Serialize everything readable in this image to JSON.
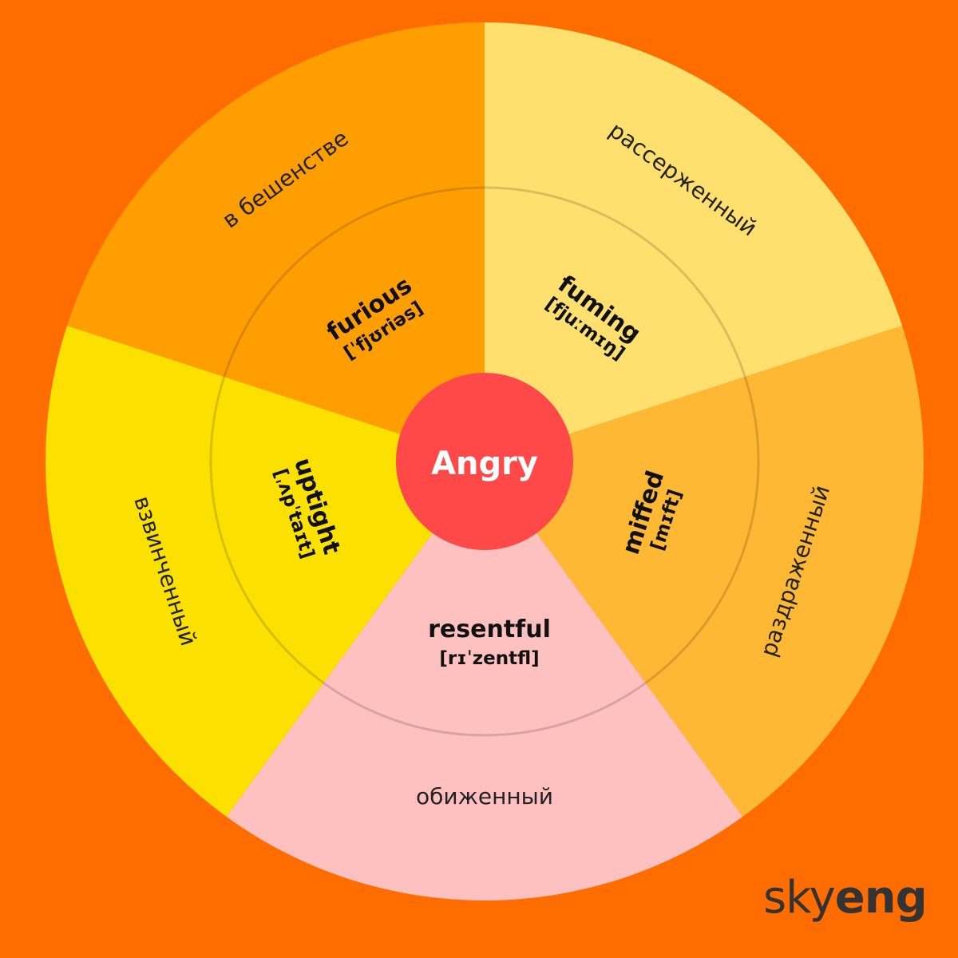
{
  "center": {
    "label": "Angry",
    "color": "#FF4848"
  },
  "background_color": "#FF6C00",
  "sectors": [
    {
      "word": "fuming",
      "ipa": "[fjuːmɪŋ]",
      "russian": "рассерженный",
      "color": "#FFDF6E"
    },
    {
      "word": "miffed",
      "ipa": "[mɪft]",
      "russian": "раздраженный",
      "color": "#FFB833"
    },
    {
      "word": "resentful",
      "ipa": "[rɪˈzentfl]",
      "russian": "обиженный",
      "color": "#FFC0C0"
    },
    {
      "word": "uptight",
      "ipa": "[ˌʌpˈtaɪt]",
      "russian": "взвинченный",
      "color": "#FCE000"
    },
    {
      "word": "furious",
      "ipa": "[ˈfjʊriəs]",
      "russian": "в бешенстве",
      "color": "#FF9E00"
    }
  ],
  "logo": {
    "light": "sky",
    "bold": "eng"
  }
}
